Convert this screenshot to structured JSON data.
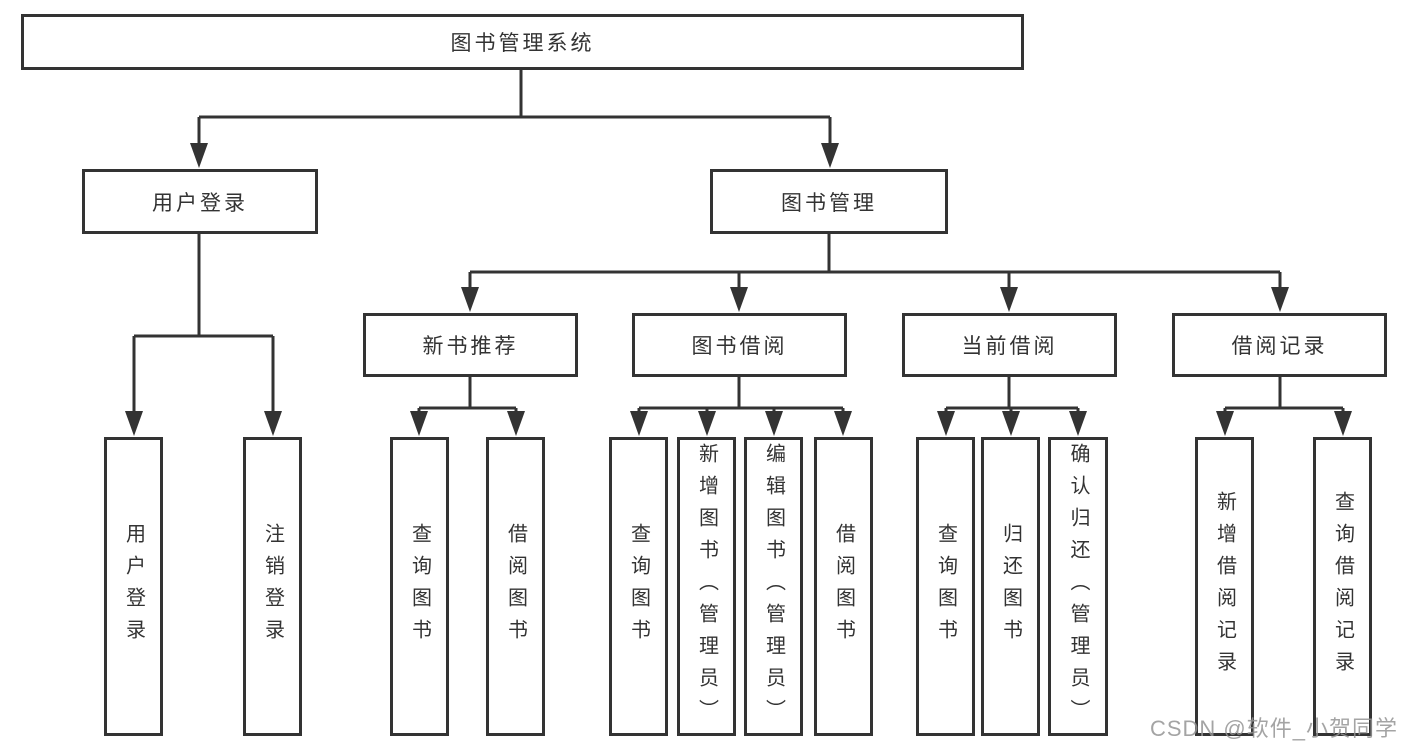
{
  "diagram": {
    "watermark": "CSDN @软件_小贺同学",
    "colors": {
      "line": "#333333",
      "border": "#333333",
      "text": "#333333",
      "background": "#ffffff",
      "watermark": "#949494"
    },
    "tree": {
      "label": "图书管理系统",
      "children": [
        {
          "label": "用户登录",
          "children": [
            {
              "label": "用户登录"
            },
            {
              "label": "注销登录"
            }
          ]
        },
        {
          "label": "图书管理",
          "children": [
            {
              "label": "新书推荐",
              "children": [
                {
                  "label": "查询图书"
                },
                {
                  "label": "借阅图书"
                }
              ]
            },
            {
              "label": "图书借阅",
              "children": [
                {
                  "label": "查询图书"
                },
                {
                  "label": "新增图书（管理员）"
                },
                {
                  "label": "编辑图书（管理员）"
                },
                {
                  "label": "借阅图书"
                }
              ]
            },
            {
              "label": "当前借阅",
              "children": [
                {
                  "label": "查询图书"
                },
                {
                  "label": "归还图书"
                },
                {
                  "label": "确认归还（管理员）"
                }
              ]
            },
            {
              "label": "借阅记录",
              "children": [
                {
                  "label": "新增借阅记录"
                },
                {
                  "label": "查询借阅记录"
                }
              ]
            }
          ]
        }
      ]
    }
  }
}
